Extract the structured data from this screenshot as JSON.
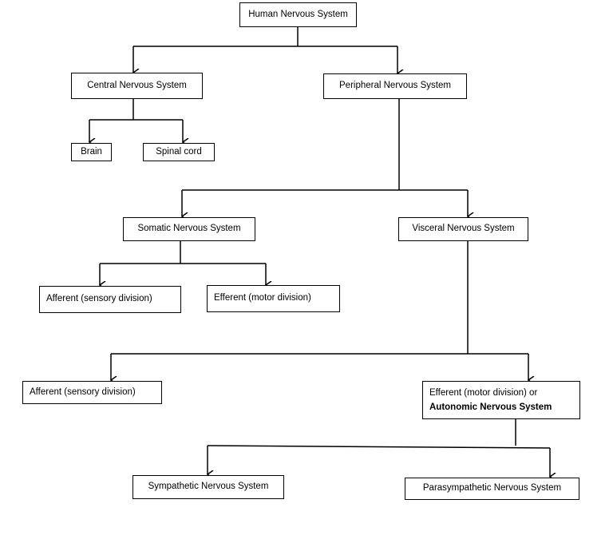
{
  "nodes": {
    "human_nervous_system": "Human Nervous System",
    "central_nervous_system": "Central Nervous System",
    "peripheral_nervous_system": "Peripheral Nervous System",
    "brain": "Brain",
    "spinal_cord": "Spinal cord",
    "somatic_nervous_system": "Somatic Nervous System",
    "visceral_nervous_system": "Visceral Nervous System",
    "somatic_afferent": "Afferent (sensory division)",
    "somatic_efferent": "Efferent (motor division)",
    "visceral_afferent": "Afferent (sensory division)",
    "visceral_efferent_line1": "Efferent (motor division) or",
    "visceral_efferent_line2": "Autonomic Nervous System",
    "sympathetic_nervous_system": "Sympathetic Nervous System",
    "parasympathetic_nervous_system": "Parasympathetic Nervous System"
  },
  "colors": {
    "line": "#000000",
    "background": "#ffffff"
  }
}
